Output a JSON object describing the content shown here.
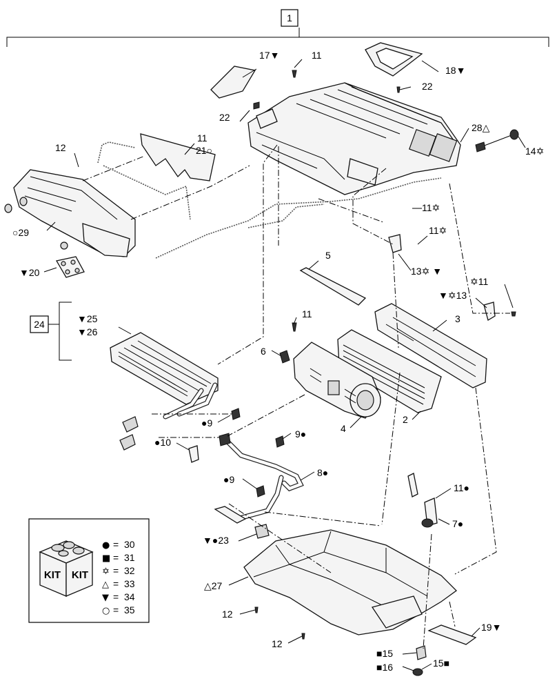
{
  "assembly_label": "1",
  "heater_core_group_label": "24",
  "callouts": [
    {
      "id": "c17",
      "text": "17▼"
    },
    {
      "id": "c11a",
      "text": "11"
    },
    {
      "id": "c18",
      "text": "18▼"
    },
    {
      "id": "c22a",
      "text": "22"
    },
    {
      "id": "c22b",
      "text": "22"
    },
    {
      "id": "c28",
      "text": "28△"
    },
    {
      "id": "c14",
      "text": "14✡"
    },
    {
      "id": "c12a",
      "text": "12"
    },
    {
      "id": "c11b",
      "text": "11"
    },
    {
      "id": "c21",
      "text": "21○"
    },
    {
      "id": "c11c",
      "text": "11✡"
    },
    {
      "id": "c11d",
      "text": "11✡"
    },
    {
      "id": "c29",
      "text": "○29"
    },
    {
      "id": "c20",
      "text": "▼20"
    },
    {
      "id": "c13a",
      "text": "13✡ ▼"
    },
    {
      "id": "c5",
      "text": "5"
    },
    {
      "id": "c11e",
      "text": "✡11"
    },
    {
      "id": "c13b",
      "text": "▼✡13"
    },
    {
      "id": "c25",
      "text": "▼25"
    },
    {
      "id": "c26",
      "text": "▼26"
    },
    {
      "id": "c11f",
      "text": "11"
    },
    {
      "id": "c3",
      "text": "3"
    },
    {
      "id": "c6",
      "text": "6"
    },
    {
      "id": "c2",
      "text": "2"
    },
    {
      "id": "c4",
      "text": "4"
    },
    {
      "id": "c9a",
      "text": "●9"
    },
    {
      "id": "c9b",
      "text": "9●"
    },
    {
      "id": "c10",
      "text": "●10"
    },
    {
      "id": "c8",
      "text": "8●"
    },
    {
      "id": "c9c",
      "text": "●9"
    },
    {
      "id": "c11g",
      "text": "11●"
    },
    {
      "id": "c7",
      "text": "7●"
    },
    {
      "id": "c23",
      "text": "▼●23"
    },
    {
      "id": "c27",
      "text": "△27"
    },
    {
      "id": "c12b",
      "text": "12"
    },
    {
      "id": "c12c",
      "text": "12"
    },
    {
      "id": "c19",
      "text": "19▼"
    },
    {
      "id": "c15a",
      "text": "■15"
    },
    {
      "id": "c16",
      "text": "■16"
    },
    {
      "id": "c15b",
      "text": "15■"
    }
  ],
  "kit_legend": {
    "kit_word": "KIT",
    "entries": [
      {
        "symbol": "●",
        "equals": "=",
        "number": "30"
      },
      {
        "symbol": "■",
        "equals": "=",
        "number": "31"
      },
      {
        "symbol": "✡",
        "equals": "=",
        "number": "32"
      },
      {
        "symbol": "△",
        "equals": "=",
        "number": "33"
      },
      {
        "symbol": "▼",
        "equals": "=",
        "number": "34"
      },
      {
        "symbol": "○",
        "equals": "=",
        "number": "35"
      }
    ]
  }
}
